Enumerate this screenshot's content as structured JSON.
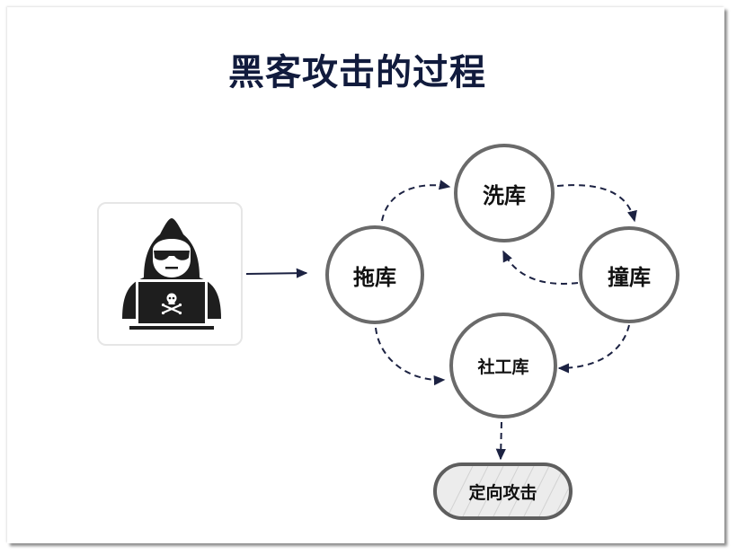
{
  "diagram": {
    "title": "黑客攻击的过程",
    "nodes": {
      "tuoku": "拖库",
      "xiku": "洗库",
      "zhuangku": "撞库",
      "shegongku": "社工库"
    },
    "outcome": "定向攻击",
    "icons": {
      "hacker": "hacker-icon",
      "laptop": "laptop-icon",
      "skull": "skull-crossbones-icon"
    },
    "colors": {
      "title": "#111b3d",
      "arrow": "#1c2242",
      "node_border": "#6a6a6a",
      "hacker": "#1e1e1e"
    }
  }
}
